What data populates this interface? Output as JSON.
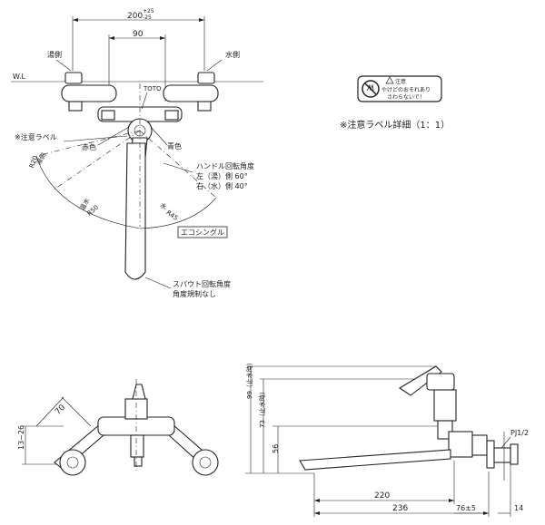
{
  "top_view": {
    "dim_total": "200",
    "dim_tol_plus": "+25",
    "dim_tol_minus": "-25",
    "dim_center": "90",
    "label_hot_side": "湯側",
    "label_cold_side": "水側",
    "label_wl": "W.L",
    "label_toto": "TOTO",
    "label_caution_label": "※注意ラベル",
    "label_red": "赤色",
    "label_blue": "青色",
    "label_hot_angle_name": "湯側",
    "label_hot_angle_val": "R20",
    "label_hot_radius": "R50",
    "label_cold_radius": "R45",
    "label_water": "水",
    "label_hot_mix": "温水",
    "handle_title": "ハンドル回転角度",
    "handle_left": "左（湯）側  60°",
    "handle_right": "右（水）側  40°",
    "eco_single": "エコシングル",
    "spout_title": "スパウト回転角度",
    "spout_note": "角度規制なし"
  },
  "caution": {
    "header": "注意",
    "line1": "やけどのおそれあり",
    "line2": "さわらないで！",
    "caption": "※注意ラベル詳細（1：1）"
  },
  "front_view": {
    "dim_70": "70",
    "dim_13_26": "13~26"
  },
  "side_view": {
    "dim_99": "99（止水時）",
    "dim_73": "73（止水時）",
    "dim_56": "56",
    "dim_220": "220",
    "dim_236": "236",
    "dim_76": "76±5",
    "dim_14": "14",
    "label_pj": "PJ1/2"
  }
}
